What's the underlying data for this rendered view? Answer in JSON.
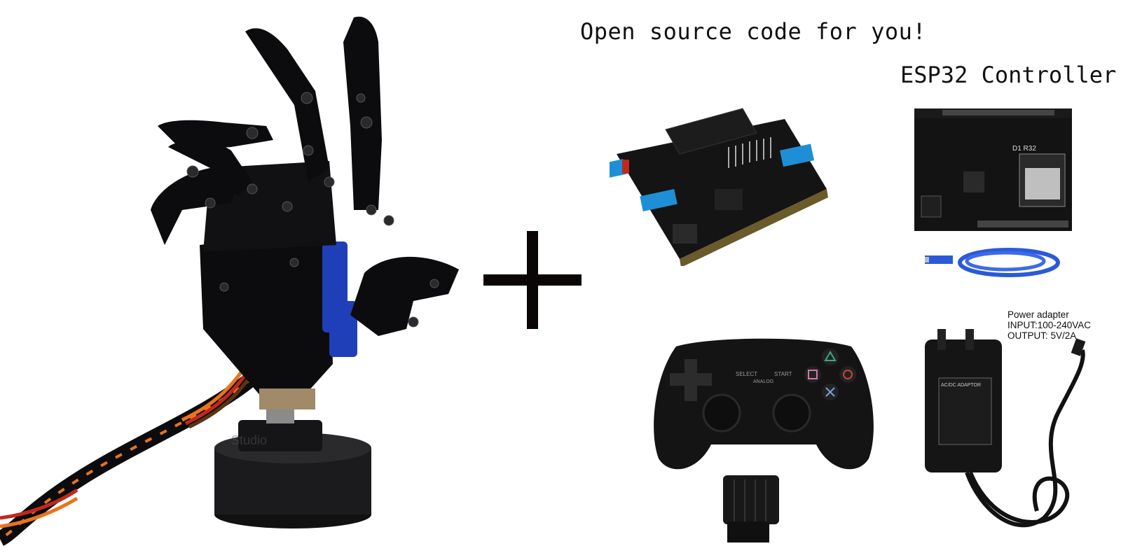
{
  "headline": "Open source code for you!",
  "controller_label": "ESP32 Controller",
  "adapter": {
    "title": "Power adapter",
    "input": "INPUT:100-240VAC",
    "output": "OUTPUT: 5V/2A",
    "case_label": "AC/DC ADAPTOR"
  },
  "board_label": "D1 R32",
  "gamepad_labels": {
    "select": "SELECT",
    "analog": "ANALOG",
    "start": "START"
  },
  "watermark": "Studio",
  "colors": {
    "acrylic": "#0c0c0e",
    "servo_blue": "#1f3fb8",
    "terminal_blue": "#1e8fd6",
    "wire_orange": "#e9731c",
    "wire_red": "#c0281c",
    "cable_blue": "#2a5ad8"
  }
}
